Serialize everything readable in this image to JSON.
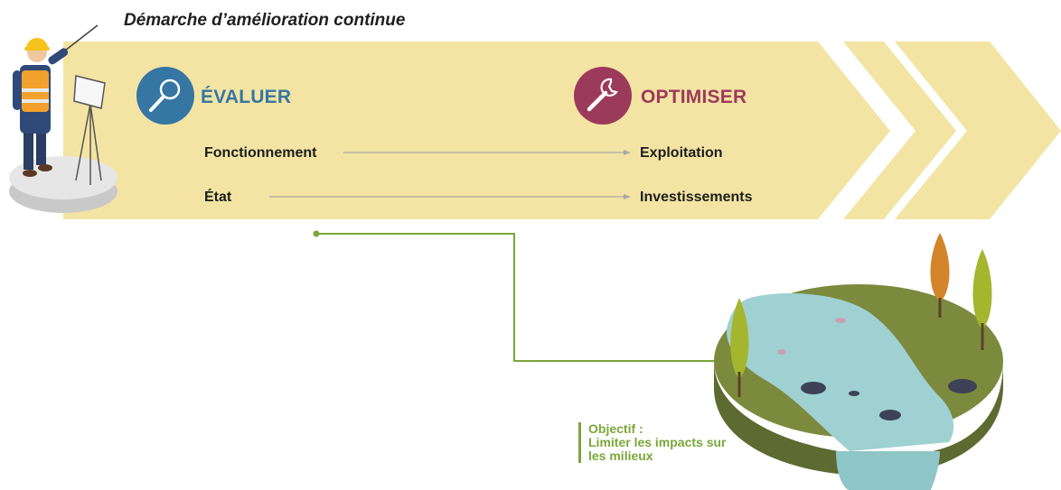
{
  "title": "Démarche d’amélioration continue",
  "colors": {
    "banner": "#f3e4a3",
    "evaluate": "#3576a3",
    "optimise": "#9c3a5c",
    "objective": "#7aa63a",
    "arrow_line": "#a9a9a9"
  },
  "steps": {
    "evaluate": {
      "label": "ÉVALUER",
      "icon": "magnifier-icon"
    },
    "optimise": {
      "label": "OPTIMISER",
      "icon": "wrench-icon"
    }
  },
  "flows": [
    {
      "from": "Fonctionnement",
      "to": "Exploitation"
    },
    {
      "from": "État",
      "to": "Investissements"
    }
  ],
  "objective": {
    "heading": "Objectif :",
    "lines": [
      "Limiter les impacts sur",
      "les milieux"
    ]
  },
  "illustrations": {
    "engineer": "engineer-with-easel-illustration",
    "river": "river-ecosystem-illustration"
  }
}
